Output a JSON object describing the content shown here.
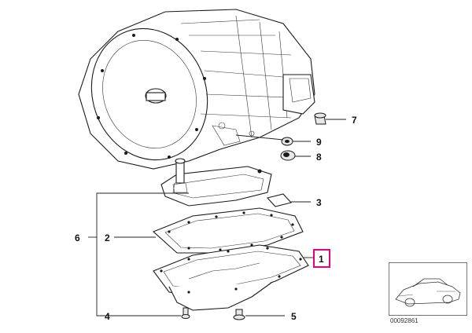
{
  "callouts": {
    "c1": "1",
    "c2": "2",
    "c3": "3",
    "c4": "4",
    "c5": "5",
    "c6": "6",
    "c7": "7",
    "c8": "8",
    "c9": "9"
  },
  "highlight_color": "#e6007e",
  "thumbnail": {
    "caption": "00092861",
    "icon": "car-coupe-icon"
  }
}
